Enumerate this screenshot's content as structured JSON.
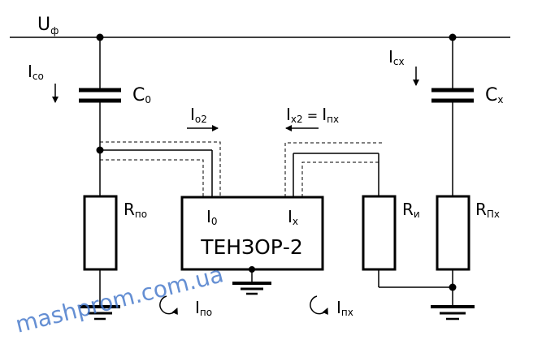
{
  "supply": {
    "main": "U",
    "sub": "ф"
  },
  "currents": {
    "ico": {
      "main": "I",
      "sub": "со"
    },
    "icx": {
      "main": "I",
      "sub": "сх"
    },
    "io2": {
      "main": "I",
      "sub": "о2"
    },
    "ix2": {
      "main": "I",
      "sub": "х2",
      "eq": " = ",
      "main2": "I",
      "sub2": "пх"
    },
    "ipo": {
      "main": "I",
      "sub": "по"
    },
    "ipx": {
      "main": "I",
      "sub": "пх"
    }
  },
  "components": {
    "c0": {
      "main": "C",
      "sub": "0"
    },
    "cx": {
      "main": "C",
      "sub": "х"
    },
    "rpo": {
      "main": "R",
      "sub": "по"
    },
    "ri": {
      "main": "R",
      "sub": "и"
    },
    "rpx": {
      "main": "R",
      "sub": "Пх"
    }
  },
  "device": {
    "name": "ТЕНЗОР-2",
    "input0": {
      "main": "I",
      "sub": "0"
    },
    "inputx": {
      "main": "I",
      "sub": "х"
    }
  },
  "watermark": "mashprom.com.ua",
  "colors": {
    "line": "#000000",
    "watermark": "#3f74c9"
  }
}
